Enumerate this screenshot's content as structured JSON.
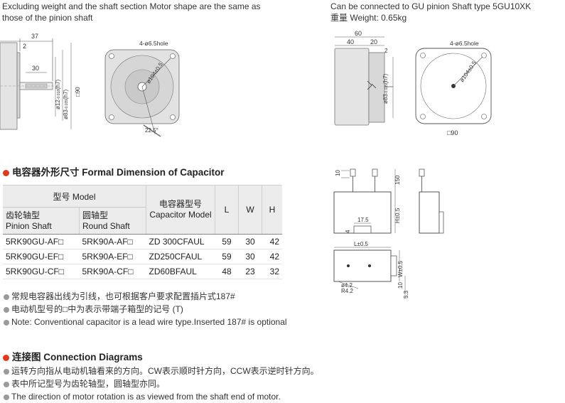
{
  "top_left": {
    "note_line1": "Excluding weight and the shaft section Motor shape are the same as",
    "note_line2": "those of the pinion shaft"
  },
  "top_right": {
    "note_line1": "Can be connected to GU pinion Shaft type 5GU10XK",
    "note_line2": "重量 Weight: 0.65kg"
  },
  "drawing_left": {
    "dim_37": "37",
    "dim_2": "2",
    "dim_30": "30",
    "dim_shaft": "ø12",
    "dim_shaft_tol": "-0.018",
    "dim_shaft_tol_suffix": "(h7)",
    "dim_pilot": "ø83",
    "dim_pilot_tol": "-0.035",
    "dim_pilot_tol_suffix": "(h7)",
    "dim_square": "□90",
    "hole_label": "4-ø6.5hole",
    "bolt_circle": "ø104±0.5",
    "angle": "22.5°"
  },
  "drawing_right": {
    "dim_60": "60",
    "dim_40": "40",
    "dim_20": "20",
    "dim_2": "2",
    "dim_pilot": "ø83",
    "dim_pilot_tol": "-0.035",
    "dim_pilot_tol_suffix": "(h7)",
    "hole_label": "4-ø6.5hole",
    "bolt_circle": "ø104±0.5",
    "dim_square": "□90"
  },
  "capacitor_section": {
    "heading": "电容器外形尺寸 Formal Dimension of Capacitor",
    "table": {
      "model_header": "型号 Model",
      "pinion_header_cn": "齿轮轴型",
      "pinion_header_en": "Pinion Shaft",
      "round_header_cn": "圆轴型",
      "round_header_en": "Round Shaft",
      "cap_header_cn": "电容器型号",
      "cap_header_en": "Capacitor Model",
      "col_l": "L",
      "col_w": "W",
      "col_h": "H",
      "rows": [
        {
          "pinion": "5RK90GU-AF□",
          "round": "5RK90A-AF□",
          "cap": "ZD 300CFAUL",
          "l": "59",
          "w": "30",
          "h": "42"
        },
        {
          "pinion": "5RK90GU-EF□",
          "round": "5RK90A-EF□",
          "cap": "ZD250CFAUL",
          "l": "59",
          "w": "30",
          "h": "42"
        },
        {
          "pinion": "5RK90GU-CF□",
          "round": "5RK90A-CF□",
          "cap": "ZD60BFAUL",
          "l": "48",
          "w": "23",
          "h": "32"
        }
      ]
    },
    "notes": [
      "常规电容器出线为引线，也可根据客户要求配置插片式187#",
      "电动机型号的□中为表示带端子箱型的记号 (T)",
      "Note: Conventional capacitor is a lead wire type.Inserted 187#  is optional"
    ]
  },
  "capacitor_drawing": {
    "dim_10": "10",
    "dim_150": "150",
    "dim_h": "H±0.5",
    "dim_4": "4",
    "dim_175": "17.5",
    "dim_l": "L±0.5",
    "dim_w": "W±0.5",
    "dim_10b": "10",
    "dim_53": "5.3",
    "dim_42": "ø4.2",
    "dim_r42": "R4.2"
  },
  "connection_section": {
    "heading": "连接图 Connection Diagrams",
    "notes": [
      "运转方向指从电动机轴看来的方向。CW表示顺时针方向，CCW表示逆时针方向。",
      "表中所记型号为齿轮轴型，圆轴型亦同。",
      "The direction of motor rotation is as viewed from the shaft end of motor."
    ]
  },
  "colors": {
    "accent_bullet": "#e03a1e",
    "motor_fill": "#e2e2e2",
    "header_fill": "#ececec"
  }
}
